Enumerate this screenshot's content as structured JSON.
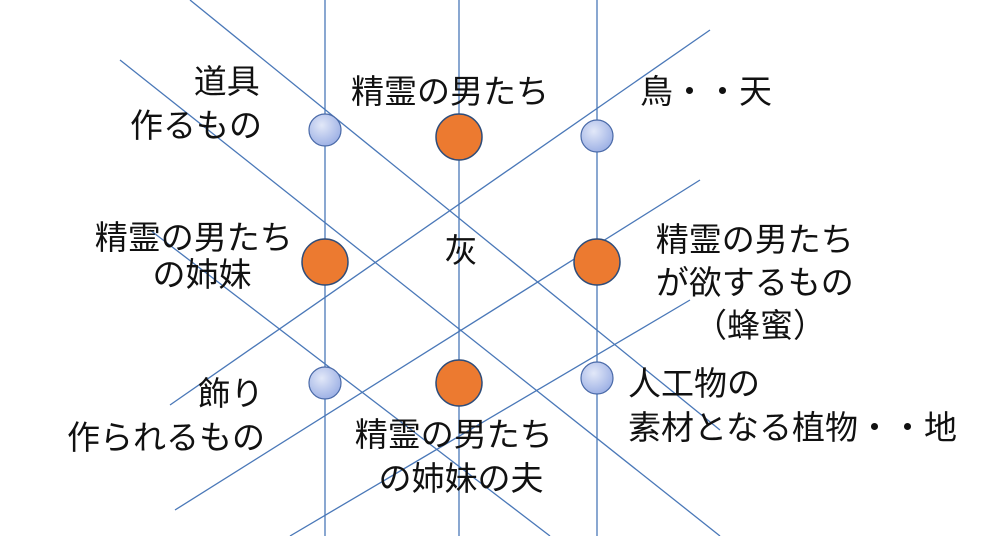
{
  "colors": {
    "line": "#4a78b8",
    "major_node_fill": "#ec7a30",
    "major_node_stroke": "#2f4d7a",
    "minor_node_fill_center": "#e2e8f8",
    "minor_node_fill_edge": "#9aaee4",
    "minor_node_stroke": "#4a6aa8",
    "text": "#111111"
  },
  "nodes": {
    "top_left": {
      "kind": "minor",
      "lines": [
        "道具",
        "作るもの"
      ]
    },
    "top_center": {
      "kind": "major",
      "lines": [
        "精霊の男たち"
      ]
    },
    "top_right": {
      "kind": "minor",
      "lines": [
        "鳥・・天"
      ]
    },
    "middle_left": {
      "kind": "major",
      "lines": [
        "精霊の男たち",
        "の姉妹"
      ]
    },
    "center": {
      "kind": "label",
      "lines": [
        "灰"
      ]
    },
    "middle_right": {
      "kind": "major",
      "lines": [
        "精霊の男たち",
        "が欲するもの",
        "（蜂蜜）"
      ]
    },
    "bottom_left": {
      "kind": "minor",
      "lines": [
        "飾り",
        "作られるもの"
      ]
    },
    "bottom_center": {
      "kind": "major",
      "lines": [
        "精霊の男たち",
        "の姉妹の夫"
      ]
    },
    "bottom_right": {
      "kind": "minor",
      "lines": [
        "人工物の",
        "素材となる植物・・地"
      ]
    }
  }
}
